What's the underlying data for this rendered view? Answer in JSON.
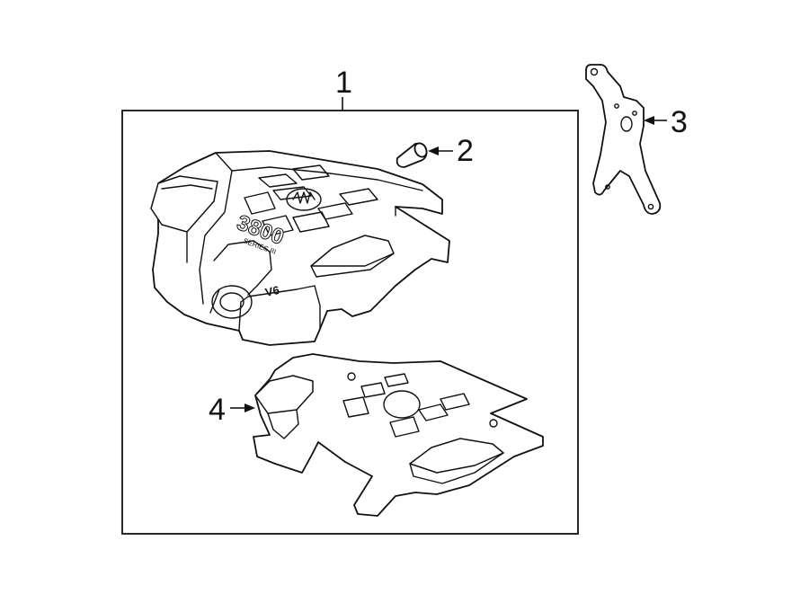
{
  "callouts": {
    "c1": "1",
    "c2": "2",
    "c3": "3",
    "c4": "4"
  },
  "cover_markings": {
    "displacement": "3800",
    "series": "SERIES III",
    "engine": "V6"
  },
  "colors": {
    "line": "#111111",
    "background": "#ffffff"
  }
}
